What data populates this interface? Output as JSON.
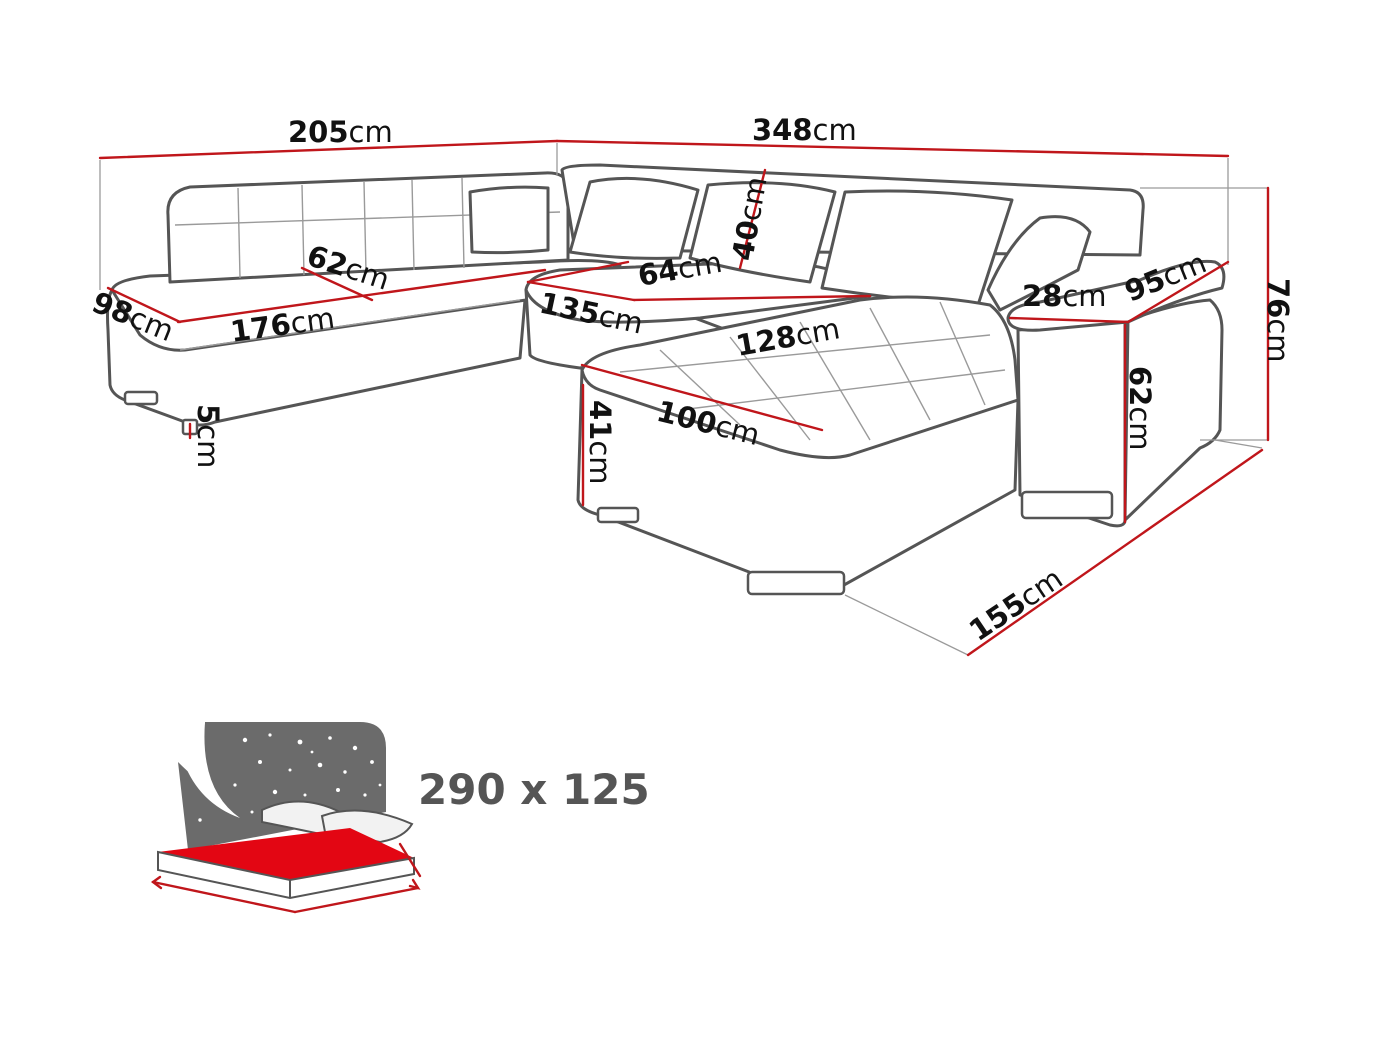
{
  "dimensions": {
    "left_width": {
      "value": "205",
      "unit": "cm"
    },
    "right_width": {
      "value": "348",
      "unit": "cm"
    },
    "total_height": {
      "value": "76",
      "unit": "cm"
    },
    "left_depth": {
      "value": "98",
      "unit": "cm"
    },
    "left_seat_width": {
      "value": "176",
      "unit": "cm"
    },
    "left_seat_depth": {
      "value": "62",
      "unit": "cm"
    },
    "middle_seat_depth": {
      "value": "64",
      "unit": "cm"
    },
    "backrest_height": {
      "value": "40",
      "unit": "cm"
    },
    "middle_seat_width": {
      "value": "135",
      "unit": "cm"
    },
    "chaise_seat_width": {
      "value": "128",
      "unit": "cm"
    },
    "chaise_width": {
      "value": "100",
      "unit": "cm"
    },
    "seat_height": {
      "value": "41",
      "unit": "cm"
    },
    "leg_height": {
      "value": "5",
      "unit": "cm"
    },
    "armrest_width": {
      "value": "28",
      "unit": "cm"
    },
    "armrest_depth": {
      "value": "95",
      "unit": "cm"
    },
    "armrest_height": {
      "value": "62",
      "unit": "cm"
    },
    "chaise_depth": {
      "value": "155",
      "unit": "cm"
    }
  },
  "sleeping_area": {
    "label": "290 x 125",
    "icon": "bed-night-icon",
    "accent_color": "#e30613"
  },
  "colors": {
    "dimension_line": "#c0161b",
    "outline": "#555555"
  }
}
